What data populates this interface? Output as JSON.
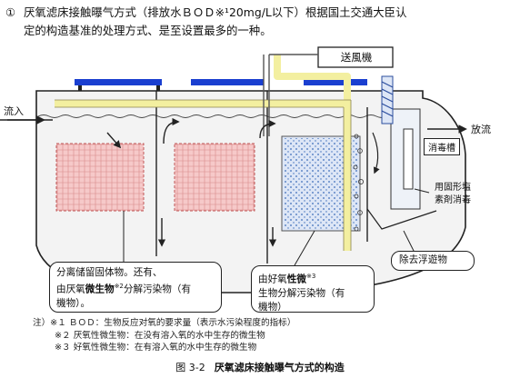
{
  "intro": {
    "number": "①",
    "line1": "厌氧滤床接触曝气方式（排放水ＢＯＤ※¹20mg/L以下）根据国土交通大臣认",
    "line2": "定的构造基准的处理方式、是至设置最多的一种。"
  },
  "labels": {
    "blower": "送風機",
    "inflow": "流入",
    "outflow": "放流",
    "disinfection_tank": "消毒槽",
    "tank1": "",
    "tank2": "",
    "tank3": "",
    "tank4": "",
    "chlorine": "用固形塩",
    "chlorine2": "素剤消毒",
    "floating": "除去浮遊物"
  },
  "annotations": {
    "anaerobic_line1": "分离储留固体物。还有、",
    "anaerobic_line2a": "由厌氧",
    "anaerobic_line2b": "微生物",
    "anaerobic_sup": "※2",
    "anaerobic_line2c": "分解污染物（有",
    "anaerobic_line3": "機物）。",
    "aerobic_line1a": "由好氧",
    "aerobic_line1b": "性微",
    "aerobic_sup": "※3",
    "aerobic_line2": "生物分解污染物（有",
    "aerobic_line3": "機物）"
  },
  "notes": [
    {
      "mark": "注）※１",
      "text": "ＢＯＤ：生物反应对氧的要求量（表示水污染程度的指标）"
    },
    {
      "mark": "※２",
      "text": "厌氧性微生物：在没有溶入氧的水中生存的微生物"
    },
    {
      "mark": "※３",
      "text": "好氧性微生物：在有溶入氧的水中生存的微生物"
    }
  ],
  "caption": {
    "figure": "图 3-2",
    "title": "厌氧滤床接触曝气方式的构造"
  },
  "watermark": "",
  "colors": {
    "water": "#f2f2f2",
    "anaerobic_media": "#f4c8c8",
    "aerobic_media": "#c8d8f0",
    "air_pipe": "#f3efa0",
    "tank_lid": "#1a3fd0",
    "watermark": "#1f5fb0"
  }
}
